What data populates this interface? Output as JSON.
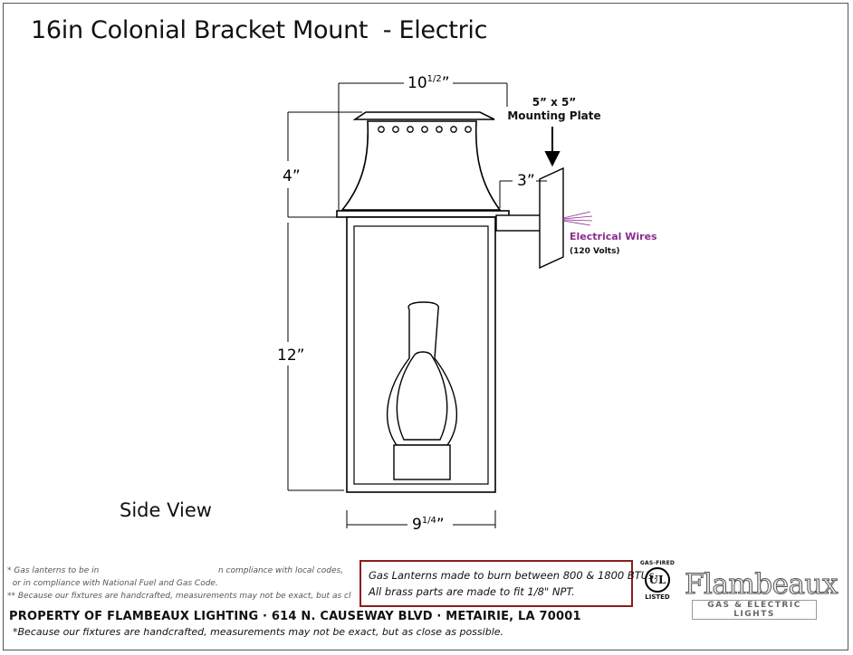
{
  "title": "16in Colonial Bracket Mount  - Electric",
  "view_label": "Side View",
  "dimensions": {
    "top_width": "10",
    "top_width_frac": "1/2",
    "top_width_mark": "”",
    "cap_height": "4”",
    "body_height": "12”",
    "bottom_width": "9",
    "bottom_width_frac": "1/4",
    "bottom_width_mark": "”",
    "arm_length": "3”"
  },
  "mounting_plate": {
    "size": "5” x 5”",
    "label": "Mounting Plate"
  },
  "electrical": {
    "label": "Electrical Wires",
    "voltage": "(120 Volts)",
    "color": "#8b2c8d"
  },
  "footnotes": [
    "* Gas lanterns to be in                                              n compliance with local codes,",
    "  or in compliance with National Fuel and Gas Code.",
    "** Because our fixtures are handcrafted, measurements may not be exact, but as close as possible."
  ],
  "property_line": "PROPERTY OF FLAMBEAUX LIGHTING · 614 N. CAUSEWAY BLVD · METAIRIE, LA 70001",
  "disclaimer": "*Because our fixtures are handcrafted, measurements may not be exact, but as close as possible.",
  "notice_box": {
    "line1": "Gas Lanterns made to burn between 800 & 1800 BTUs.",
    "line2": "All brass parts are made to fit 1/8\" NPT.",
    "border_color": "#8b1d1d"
  },
  "ul_badge": {
    "top": "GAS-FIRED",
    "mark": "UL",
    "bottom": "LISTED"
  },
  "logo": {
    "name": "Flambeaux",
    "tagline": "GAS & ELECTRIC LIGHTS"
  }
}
